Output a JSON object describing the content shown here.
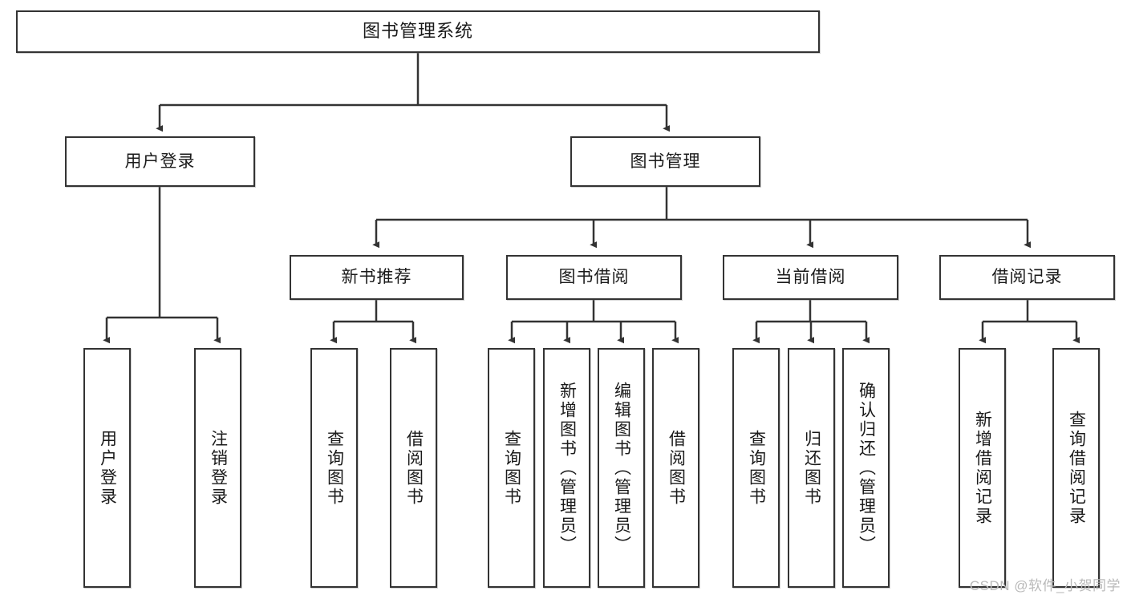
{
  "diagram": {
    "title": "图书管理系统",
    "type": "hierarchy-tree",
    "root": {
      "label": "图书管理系统"
    },
    "level2": [
      {
        "label": "用户登录"
      },
      {
        "label": "图书管理"
      }
    ],
    "level3": [
      {
        "label": "新书推荐"
      },
      {
        "label": "图书借阅"
      },
      {
        "label": "当前借阅"
      },
      {
        "label": "借阅记录"
      }
    ],
    "leaves": {
      "user_login": [
        {
          "label": "用户登录"
        },
        {
          "label": "注销登录"
        }
      ],
      "new_book": [
        {
          "label": "查询图书"
        },
        {
          "label": "借阅图书"
        }
      ],
      "book_borrow": [
        {
          "label": "查询图书"
        },
        {
          "label": "新增图书（管理员）"
        },
        {
          "label": "编辑图书（管理员）"
        },
        {
          "label": "借阅图书"
        }
      ],
      "current_borrow": [
        {
          "label": "查询图书"
        },
        {
          "label": "归还图书"
        },
        {
          "label": "确认归还（管理员）"
        }
      ],
      "borrow_record": [
        {
          "label": "新增借阅记录"
        },
        {
          "label": "查询借阅记录"
        }
      ]
    }
  },
  "watermark": {
    "text": "CSDN @软件_小贺同学"
  },
  "colors": {
    "stroke": "#333333",
    "background": "#ffffff",
    "text": "#1a1a1a",
    "watermark": "#b9b9b9"
  }
}
